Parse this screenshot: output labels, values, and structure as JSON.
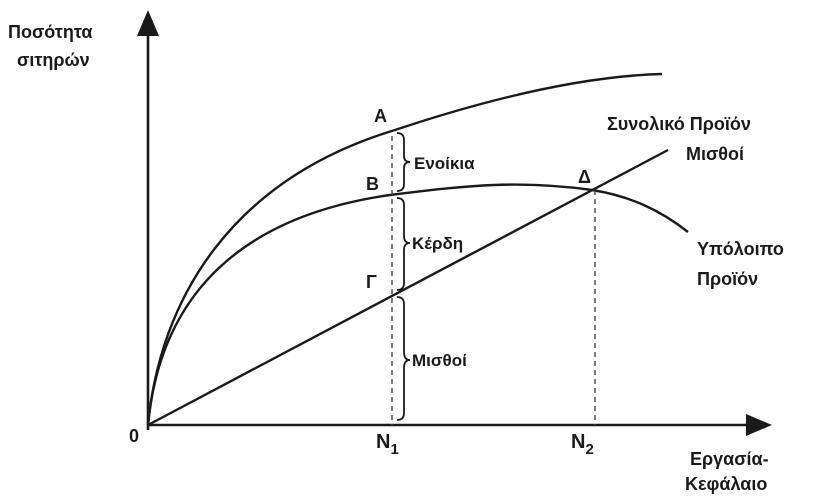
{
  "axes": {
    "y_label_line1": "Ποσότητα",
    "y_label_line2": "σιτηρών",
    "x_label_line1": "Εργασία-",
    "x_label_line2": "Κεφάλαιο",
    "origin": "0"
  },
  "ticks": {
    "n1_main": "N",
    "n1_sub": "1",
    "n2_main": "N",
    "n2_sub": "2"
  },
  "curves": {
    "total_product": "Συνολικό Προϊόν",
    "wages": "Μισθοί",
    "residual_line1": "Υπόλοιπο",
    "residual_line2": "Προϊόν"
  },
  "points": {
    "a": "Α",
    "b": "Β",
    "g": "Γ",
    "d": "Δ"
  },
  "braces": {
    "rents": "Ενοίκια",
    "profits": "Κέρδη",
    "wages": "Μισθοί"
  },
  "colors": {
    "ink": "#1a1a1a",
    "background": "#ffffff"
  }
}
